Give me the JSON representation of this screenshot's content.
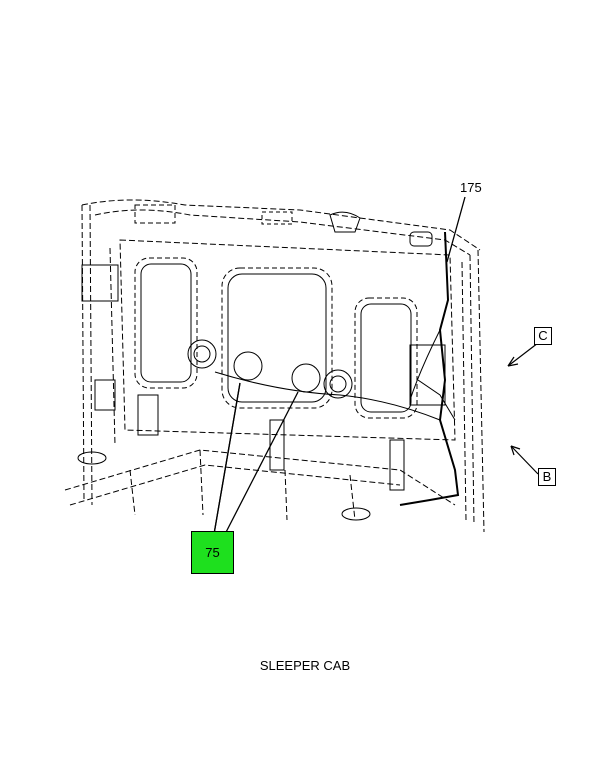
{
  "callouts": {
    "part_175": "175",
    "part_75": "75",
    "view_c": "C",
    "view_b": "B"
  },
  "caption": "SLEEPER CAB",
  "colors": {
    "callout_highlight": "#1ee01e",
    "line": "#000000"
  }
}
